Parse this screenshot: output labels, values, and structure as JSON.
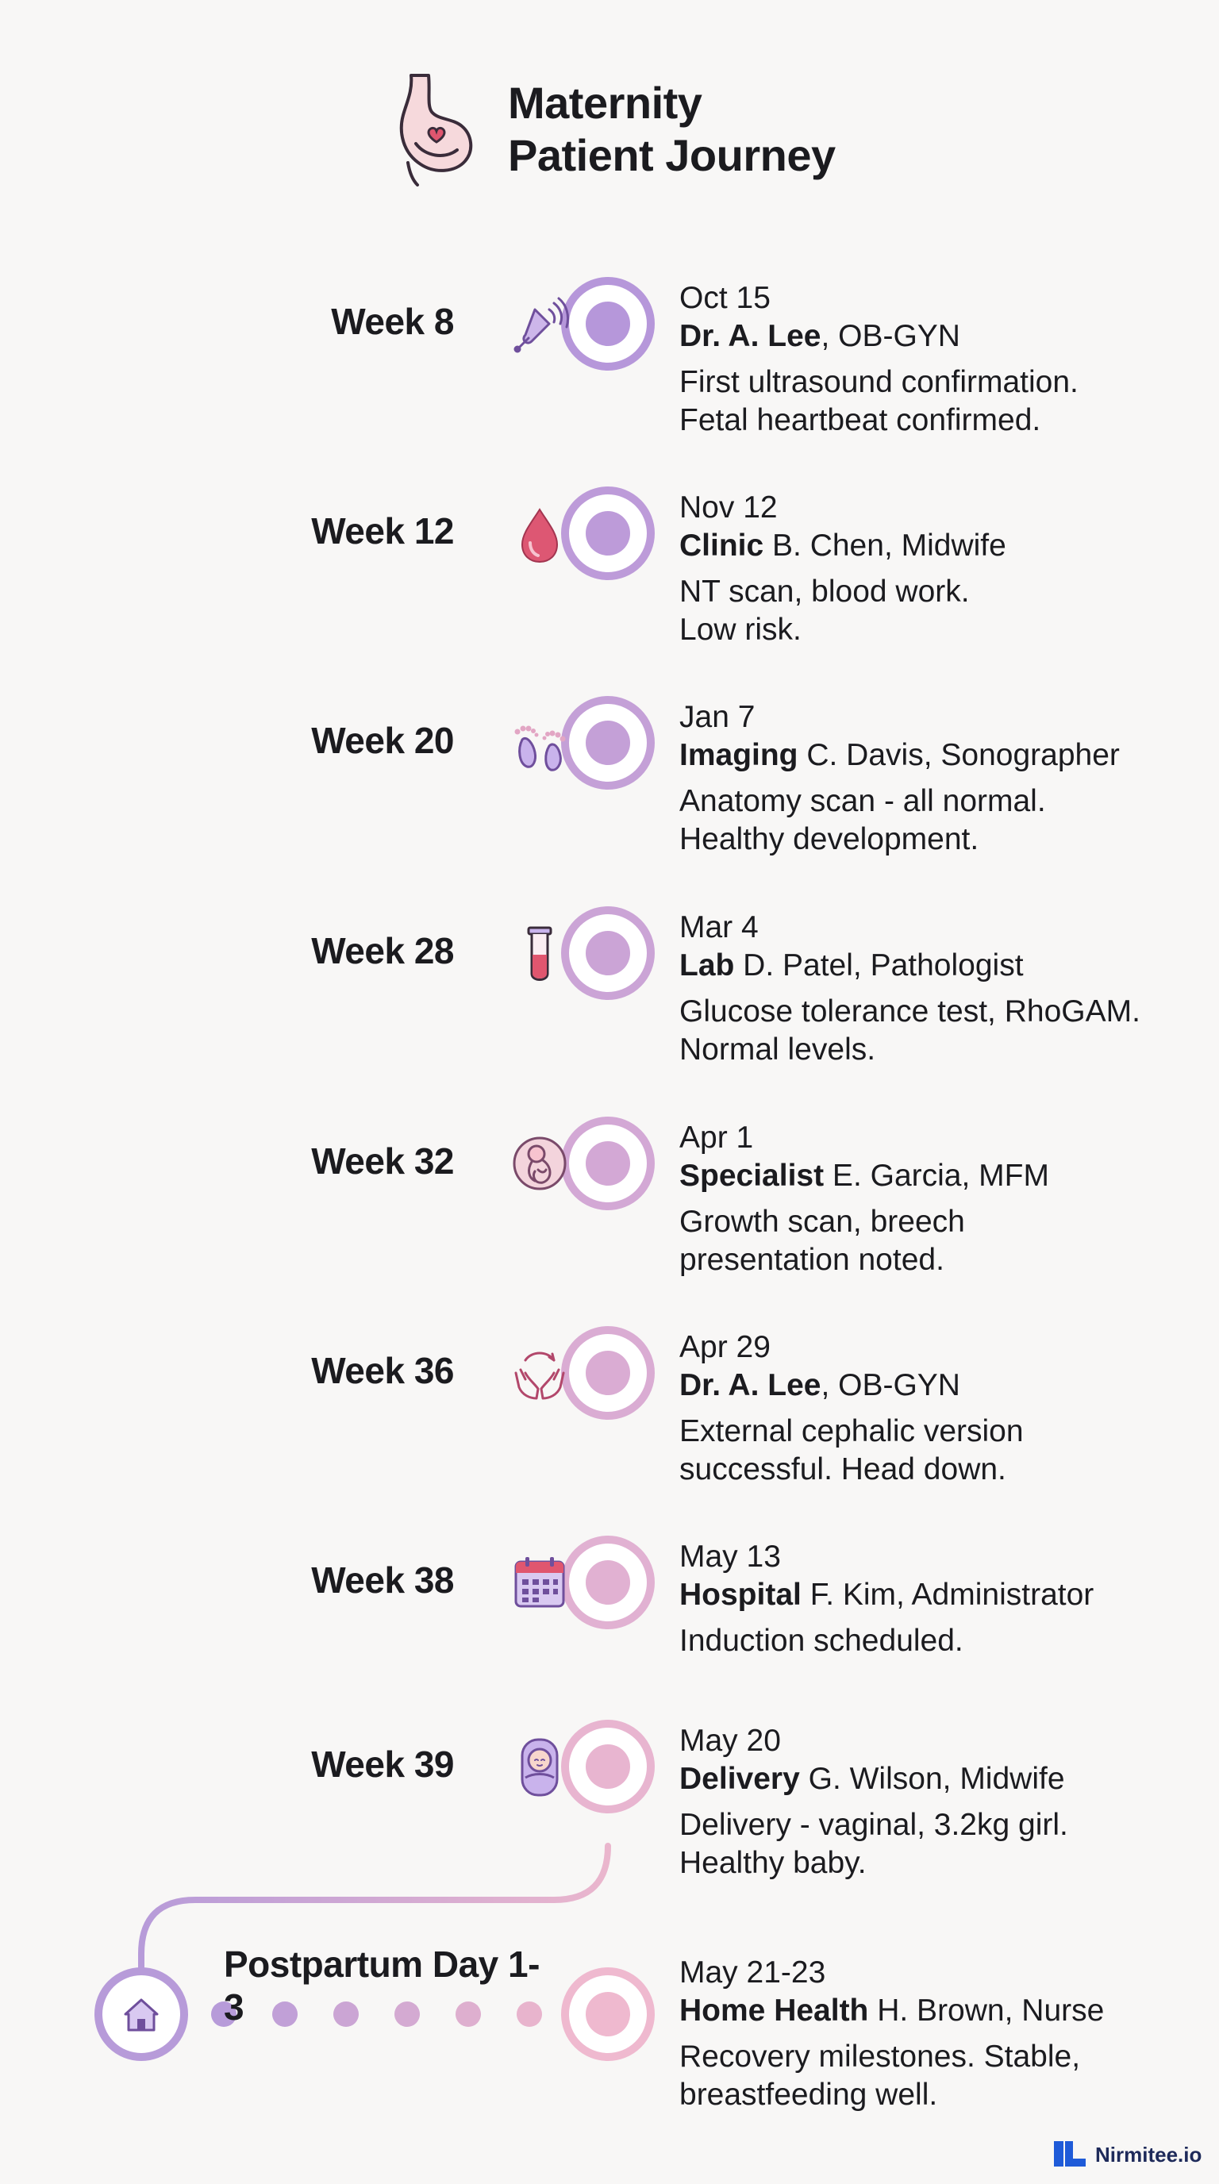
{
  "header": {
    "title_line1": "Maternity",
    "title_line2": "Patient Journey"
  },
  "colors": {
    "line_start": "#b89ad8",
    "line_end": "#eab2cc",
    "node_start": "#b697da",
    "node_end": "#efb9cf",
    "background": "#f8f7f6"
  },
  "stages": [
    {
      "label": "Week 8",
      "icon": "ultrasound-probe-icon",
      "date": "Oct 15",
      "provider_type": "Dr. A. Lee",
      "provider_rest": ", OB-GYN",
      "description": "First ultrasound confirmation.\nFetal heartbeat confirmed."
    },
    {
      "label": "Week 12",
      "icon": "blood-drop-icon",
      "date": "Nov 12",
      "provider_type": "Clinic",
      "provider_rest": " B. Chen, Midwife",
      "description": "NT scan, blood work.\nLow risk."
    },
    {
      "label": "Week 20",
      "icon": "baby-feet-icon",
      "date": "Jan 7",
      "provider_type": "Imaging",
      "provider_rest": " C. Davis, Sonographer",
      "description": "Anatomy scan - all normal.\nHealthy development."
    },
    {
      "label": "Week 28",
      "icon": "test-tube-icon",
      "date": "Mar 4",
      "provider_type": "Lab",
      "provider_rest": " D. Patel, Pathologist",
      "description": "Glucose tolerance test, RhoGAM.\nNormal levels."
    },
    {
      "label": "Week 32",
      "icon": "fetus-icon",
      "date": "Apr 1",
      "provider_type": "Specialist",
      "provider_rest": " E. Garcia, MFM",
      "description": "Growth scan, breech\npresentation noted."
    },
    {
      "label": "Week 36",
      "icon": "hands-rotation-icon",
      "date": "Apr 29",
      "provider_type": "Dr. A. Lee",
      "provider_rest": ", OB-GYN",
      "description": "External cephalic version\nsuccessful. Head down."
    },
    {
      "label": "Week 38",
      "icon": "calendar-icon",
      "date": "May 13",
      "provider_type": "Hospital",
      "provider_rest": " F. Kim, Administrator",
      "description": "Induction scheduled."
    },
    {
      "label": "Week 39",
      "icon": "swaddled-baby-icon",
      "date": "May 20",
      "provider_type": "Delivery",
      "provider_rest": " G. Wilson, Midwife",
      "description": "Delivery - vaginal, 3.2kg girl.\nHealthy baby."
    }
  ],
  "postpartum": {
    "label": "Postpartum Day 1-3",
    "icon": "home-icon",
    "date": "May 21-23",
    "provider_type": "Home Health",
    "provider_rest": " H. Brown, Nurse",
    "description": "Recovery milestones. Stable,\nbreastfeeding well.",
    "dot_count": 6
  },
  "brand": {
    "name": "Nirmitee.io"
  }
}
